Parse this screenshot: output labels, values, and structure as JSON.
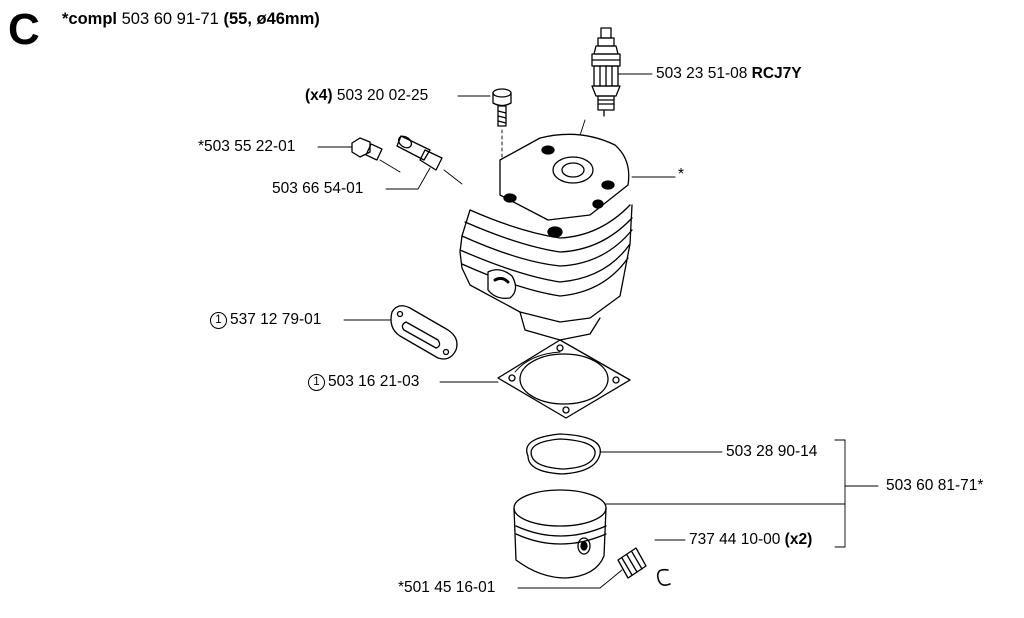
{
  "header": {
    "section_letter": "C",
    "compl_prefix": "*compl",
    "compl_part": "503 60 91-71",
    "compl_spec": "(55, ø46mm)"
  },
  "parts": {
    "spark_plug": {
      "number": "503 23 51-08",
      "note": "RCJ7Y"
    },
    "screw": {
      "qty": "(x4)",
      "number": "503 20 02-25"
    },
    "decompression_valve": {
      "number": "*503 55 22-01"
    },
    "adapter": {
      "number": "503 66 54-01"
    },
    "cylinder": {
      "number": "*"
    },
    "exhaust_gasket": {
      "circle": "1",
      "number": "537 12 79-01"
    },
    "cylinder_gasket": {
      "circle": "1",
      "number": "503 16 21-03"
    },
    "piston_ring": {
      "number": "503 28 90-14"
    },
    "piston_kit": {
      "number": "503 60 81-71*"
    },
    "circlip": {
      "number": "737 44 10-00",
      "qty": "(x2)"
    },
    "needle_bearing": {
      "number": "*501 45 16-01"
    }
  }
}
